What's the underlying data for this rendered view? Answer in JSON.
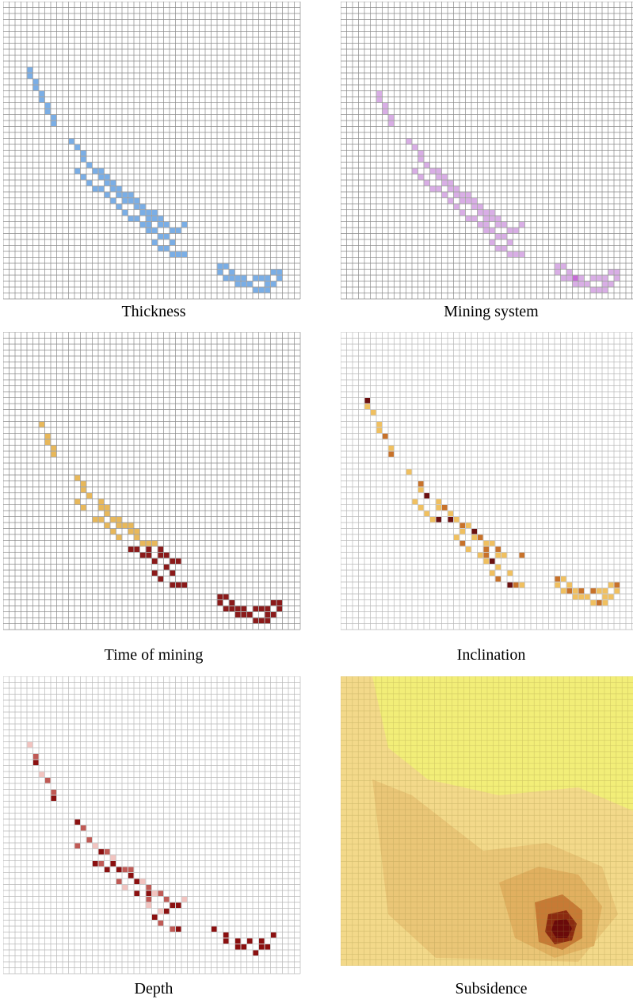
{
  "panels": {
    "thickness": {
      "label": "Thickness"
    },
    "mining_system": {
      "label": "Mining system"
    },
    "time_of_mining": {
      "label": "Time of mining"
    },
    "inclination": {
      "label": "Inclination"
    },
    "depth": {
      "label": "Depth"
    },
    "subsidence": {
      "label": "Subsidence"
    }
  },
  "colors": {
    "grid_dark": "#8a8a8a",
    "grid_light": "#b8b8b8",
    "thickness": "#7aaee6",
    "mining_system": "#d9aee6",
    "mining_system_dark": "#c66bd6",
    "time_light": "#e8b85a",
    "time_dark": "#8b1a1a",
    "incl_light": "#f0c060",
    "incl_mid": "#c8722a",
    "incl_dark": "#6b1010",
    "depth_light": "#f2c4c0",
    "depth_mid": "#c05a55",
    "depth_dark": "#8b1010",
    "subs_base": "#f2ee78",
    "subs_l1": "#f3d98a",
    "subs_l2": "#eac677",
    "subs_l3": "#e1b060",
    "subs_l4": "#c77a35",
    "subs_l5": "#8b2a10",
    "subs_l6": "#6a0a0a"
  }
}
